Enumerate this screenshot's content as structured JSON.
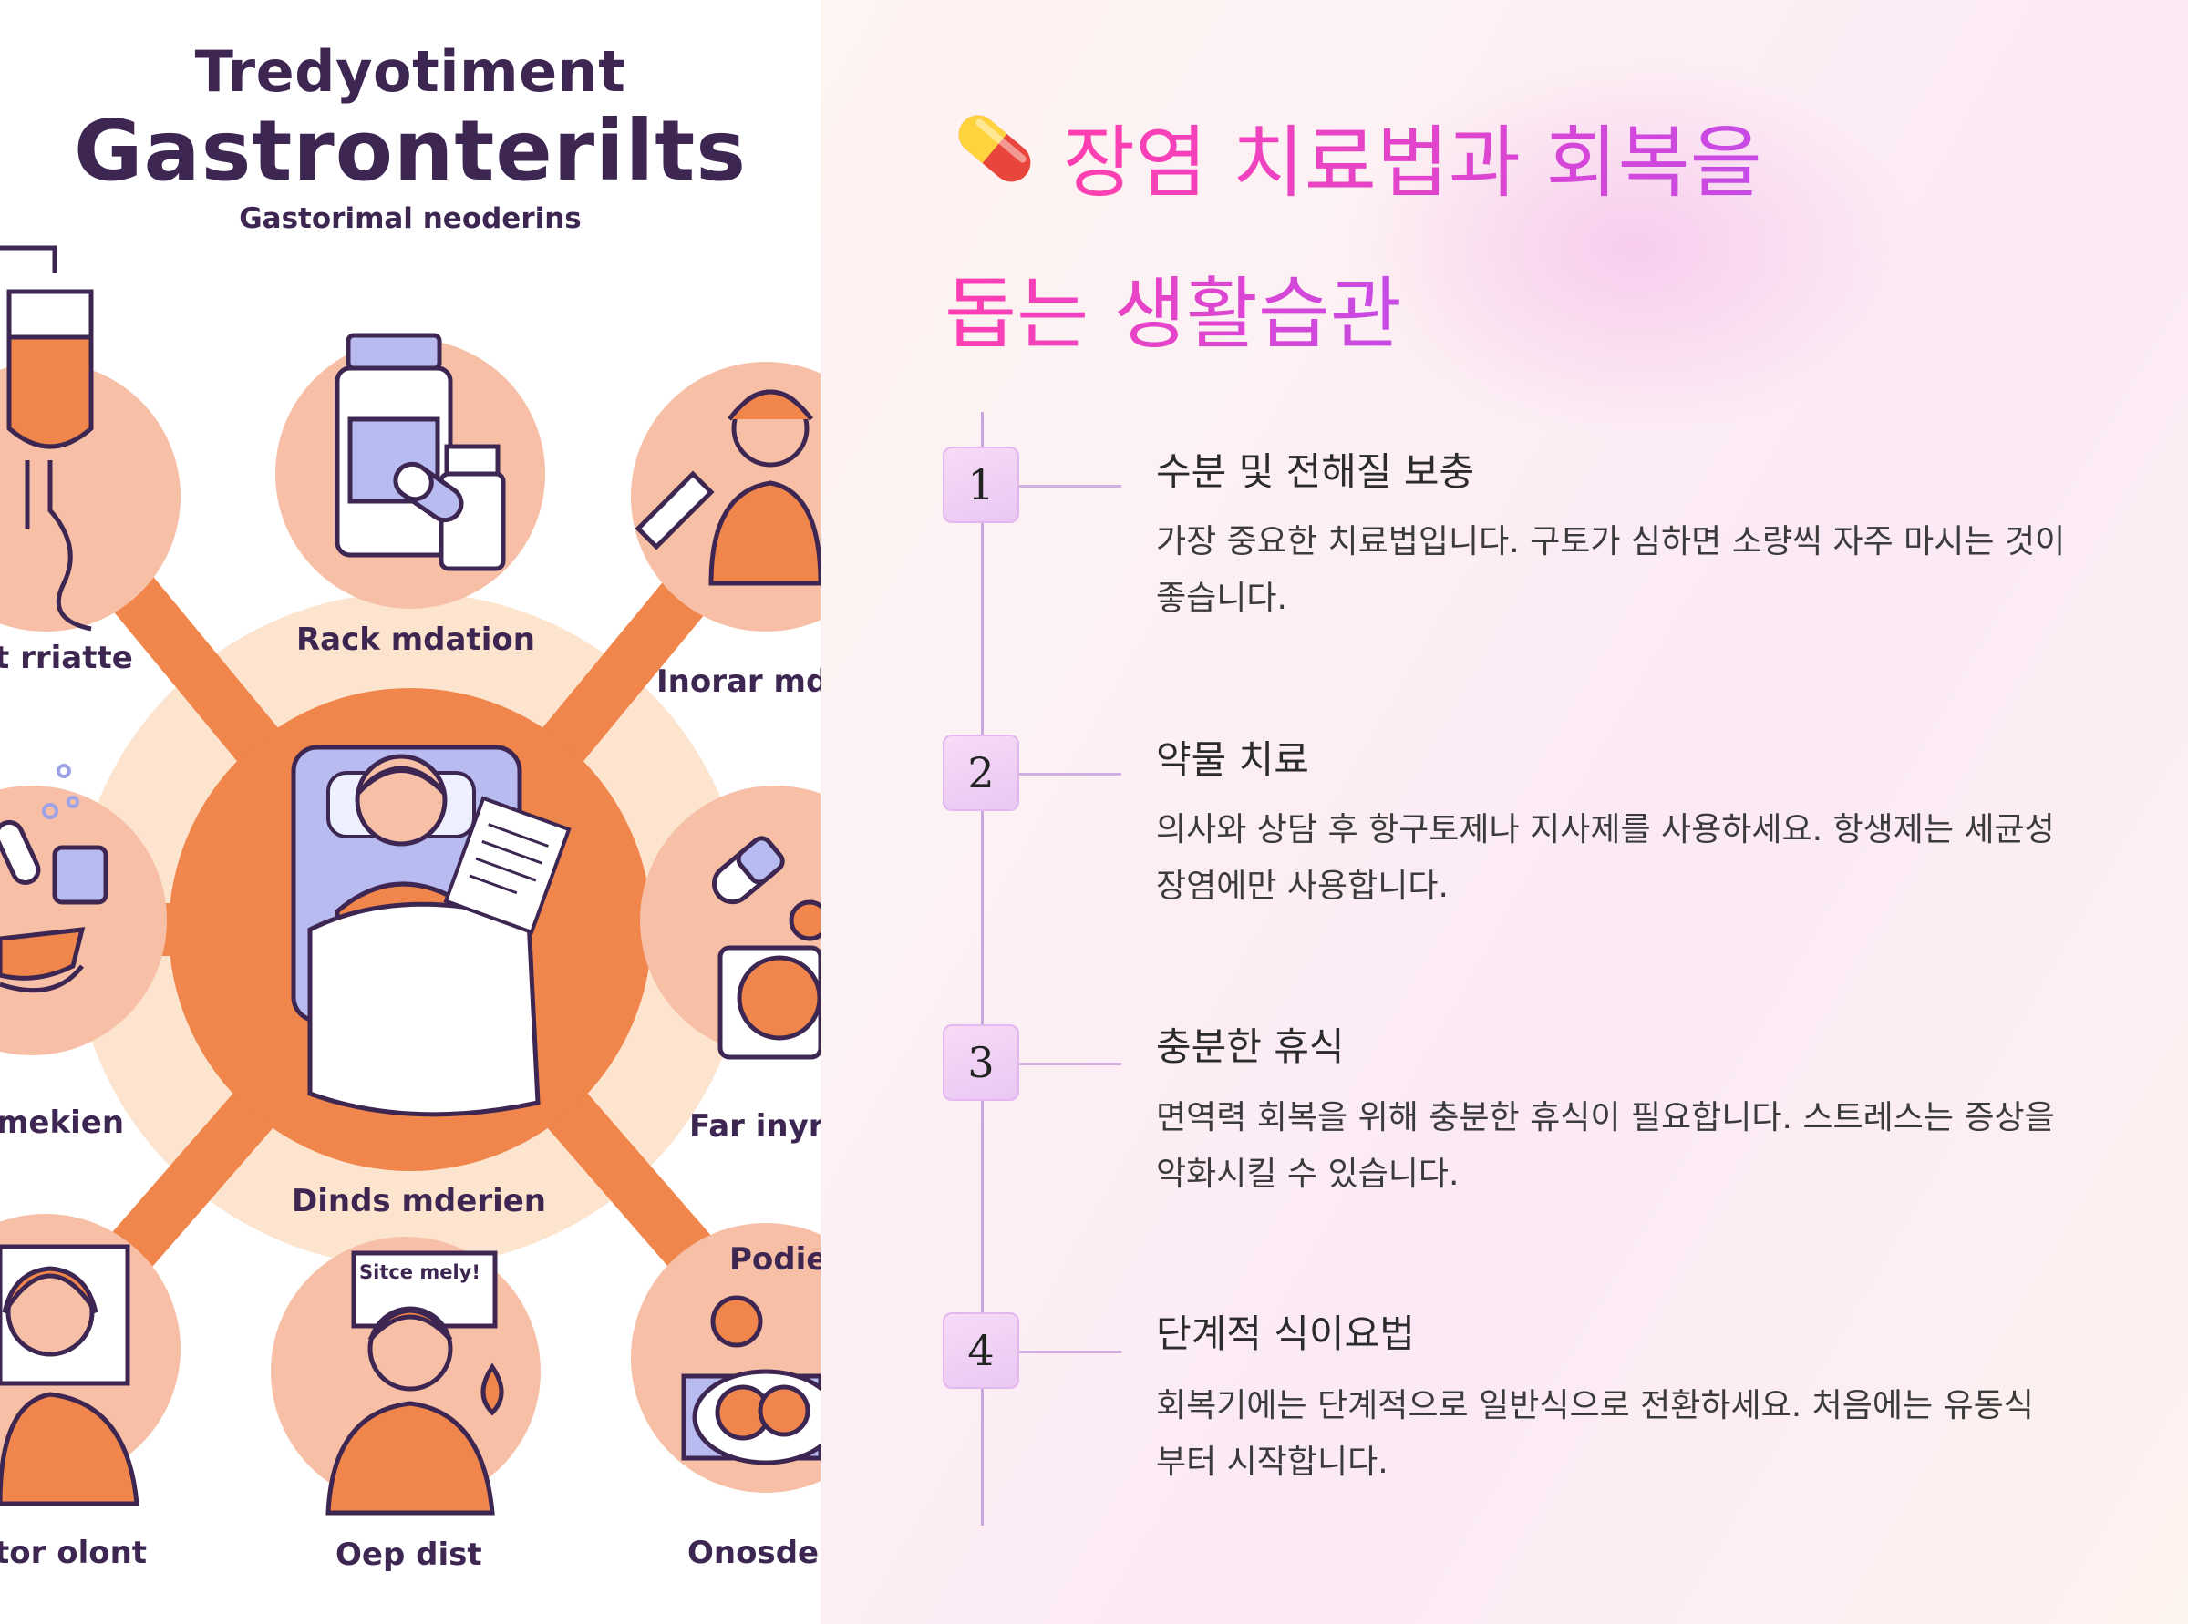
{
  "illustration": {
    "title_line1": "Tredyotiment",
    "title_line2": "Gastronterilts",
    "subtitle": "Gastorimal neoderins",
    "labels": [
      "t rriatte",
      "Rack mdation",
      "Inorar md",
      "mekien",
      "Far inyri",
      "Dinds mderien",
      "tor olont",
      "Oep dist",
      "Onosdei",
      "Podie"
    ],
    "sign_text": "Sitce mely!",
    "colors": {
      "orange": "#f0864c",
      "peach": "#f7bfa6",
      "halo": "#fde2cc",
      "lavender": "#9da3e6",
      "ink": "#3d2752"
    }
  },
  "content": {
    "heading_icon": "pill-icon",
    "heading_line1": "장염 치료법과 회복을",
    "heading_line2": "돕는 생활습관",
    "heading_gradient": [
      "#ff3fb0",
      "#c64ae6"
    ],
    "steps": [
      {
        "number": "1",
        "title": "수분 및 전해질 보충",
        "desc_line1": "가장 중요한 치료법입니다. 구토가 심하면 소량씩 자주 마시는 것이",
        "desc_line2": "좋습니다."
      },
      {
        "number": "2",
        "title": "약물 치료",
        "desc_line1": "의사와 상담 후 항구토제나 지사제를 사용하세요. 항생제는 세균성",
        "desc_line2": "장염에만 사용합니다."
      },
      {
        "number": "3",
        "title": "충분한 휴식",
        "desc_line1": "면역력 회복을 위해 충분한 휴식이 필요합니다. 스트레스는 증상을",
        "desc_line2": "악화시킬 수 있습니다."
      },
      {
        "number": "4",
        "title": "단계적 식이요법",
        "desc_line1": "회복기에는 단계적으로 일반식으로 전환하세요. 처음에는 유동식",
        "desc_line2": "부터 시작합니다."
      }
    ]
  }
}
